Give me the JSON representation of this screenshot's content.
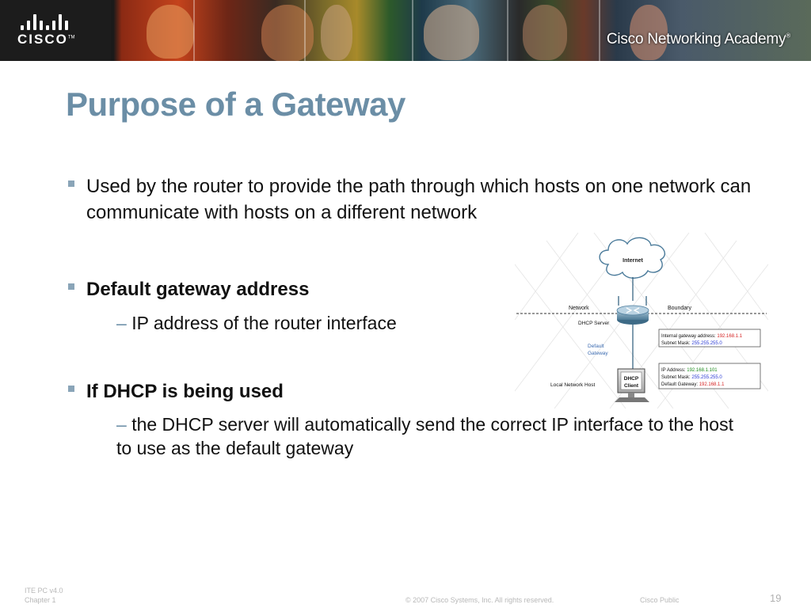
{
  "header": {
    "brand": "CISCO",
    "trademark": "TM",
    "academy": "Cisco Networking Academy",
    "academy_mark": "®"
  },
  "title": "Purpose of a Gateway",
  "bullets": [
    {
      "text": "Used by the router to provide the path through which hosts on one network can communicate with hosts on a different network"
    },
    {
      "text": "Default gateway address",
      "sub": "IP address of the router interface"
    },
    {
      "text": "If DHCP is being used",
      "sub": "the DHCP server will automatically send the correct IP interface to the host to use as the default gateway"
    }
  ],
  "dash": "–",
  "diagram": {
    "internet": "Internet",
    "network": "Network",
    "boundary": "Boundary",
    "dhcp_server": "DHCP Server",
    "default_gateway": [
      "Default",
      "Gateway"
    ],
    "local_host": "Local Network Host",
    "dhcp_client": [
      "DHCP",
      "Client"
    ],
    "router_box": [
      {
        "label": "Internal gateway address: ",
        "value": "192.168.1.1",
        "color": "#d42020"
      },
      {
        "label": "Subnet Mask: ",
        "value": "255.255.255.0",
        "color": "#2a3ad4"
      }
    ],
    "client_box": [
      {
        "label": "IP Address: ",
        "value": "192.168.1.101",
        "color": "#1a8a1a"
      },
      {
        "label": "Subnet Mask: ",
        "value": "255.255.255.0",
        "color": "#2a3ad4"
      },
      {
        "label": "Default Gateway: ",
        "value": "192.168.1.1",
        "color": "#d42020"
      }
    ]
  },
  "footer": {
    "course": "ITE PC v4.0",
    "chapter": "Chapter 1",
    "copyright": "© 2007 Cisco Systems, Inc. All rights reserved.",
    "classification": "Cisco Public",
    "page": "19"
  },
  "colors": {
    "title": "#6b8ea6",
    "bullet": "#8aa5b8",
    "red_value": "#d42020",
    "blue_value": "#2a3ad4",
    "green_value": "#1a8a1a"
  }
}
